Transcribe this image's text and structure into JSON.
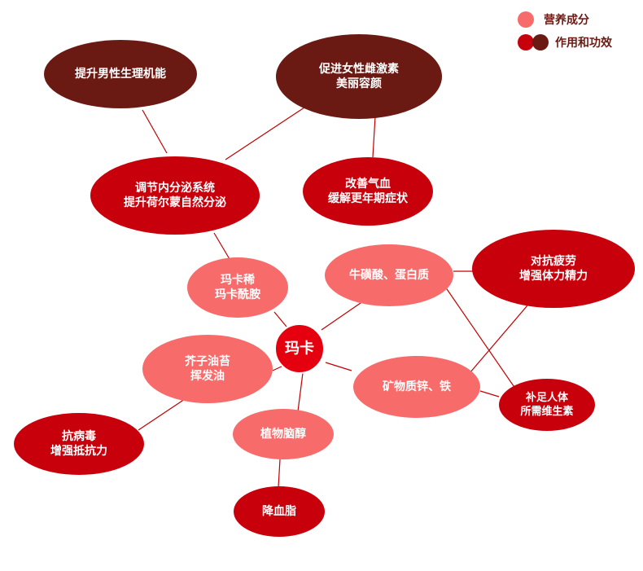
{
  "colors": {
    "light": "#f76b6b",
    "red": "#c8000b",
    "dark": "#6b1a13",
    "line": "#c00000",
    "center": "#e5000f"
  },
  "legend": {
    "nutrients": "营养成分",
    "effects": "作用和功效"
  },
  "nodes": {
    "center": {
      "lines": [
        "玛卡"
      ]
    },
    "n1": {
      "lines": [
        "提升男性生理机能"
      ]
    },
    "n2": {
      "lines": [
        "促进女性雌激素",
        "美丽容颜"
      ]
    },
    "n3": {
      "lines": [
        "调节内分泌系统",
        "提升荷尔蒙自然分泌"
      ]
    },
    "n4": {
      "lines": [
        "改善气血",
        "缓解更年期症状"
      ]
    },
    "n5": {
      "lines": [
        "对抗疲劳",
        "增强体力精力"
      ]
    },
    "n6": {
      "lines": [
        "玛卡稀",
        "玛卡酰胺"
      ]
    },
    "n7": {
      "lines": [
        "牛磺酸、蛋白质"
      ]
    },
    "n8": {
      "lines": [
        "芥子油苔",
        "挥发油"
      ]
    },
    "n9": {
      "lines": [
        "矿物质锌、铁"
      ]
    },
    "n10": {
      "lines": [
        "补足人体",
        "所需维生素"
      ]
    },
    "n11": {
      "lines": [
        "抗病毒",
        "增强抵抗力"
      ]
    },
    "n12": {
      "lines": [
        "植物脑醇"
      ]
    },
    "n13": {
      "lines": [
        "降血脂"
      ]
    }
  }
}
